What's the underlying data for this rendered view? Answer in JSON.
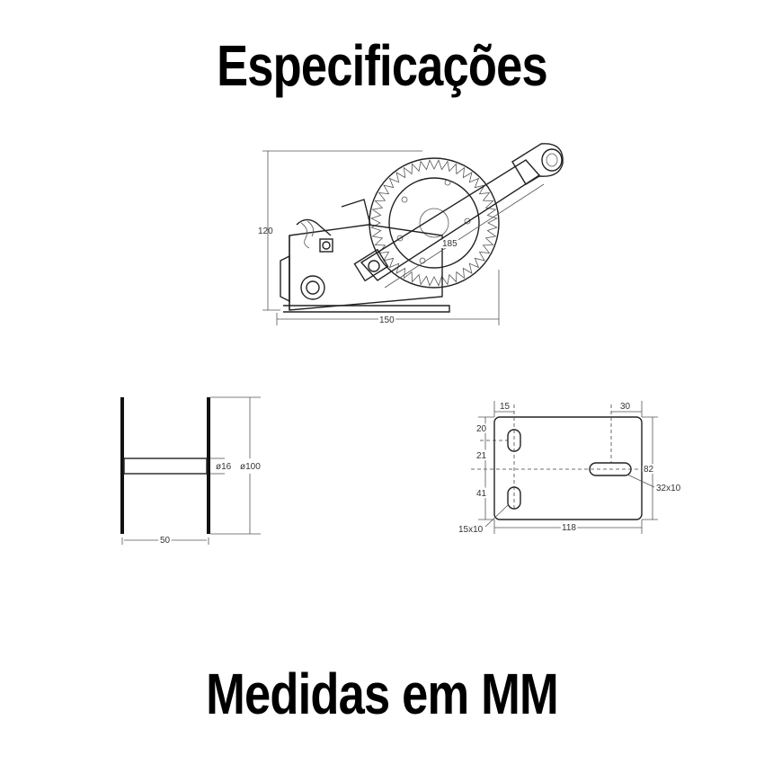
{
  "header": {
    "title": "Especificações"
  },
  "footer": {
    "title": "Medidas em MM"
  },
  "winch_view": {
    "height": "120",
    "width": "150",
    "handle": "185"
  },
  "drum_view": {
    "shaft_dia": "ø16",
    "flange_dia": "ø100",
    "length": "50"
  },
  "plate_view": {
    "left_offset": "15",
    "right_offset": "30",
    "slot_top": "20",
    "mid": "21",
    "bottom": "41",
    "height": "82",
    "width": "118",
    "slot_vertical": "15x10",
    "slot_horizontal": "32x10"
  }
}
